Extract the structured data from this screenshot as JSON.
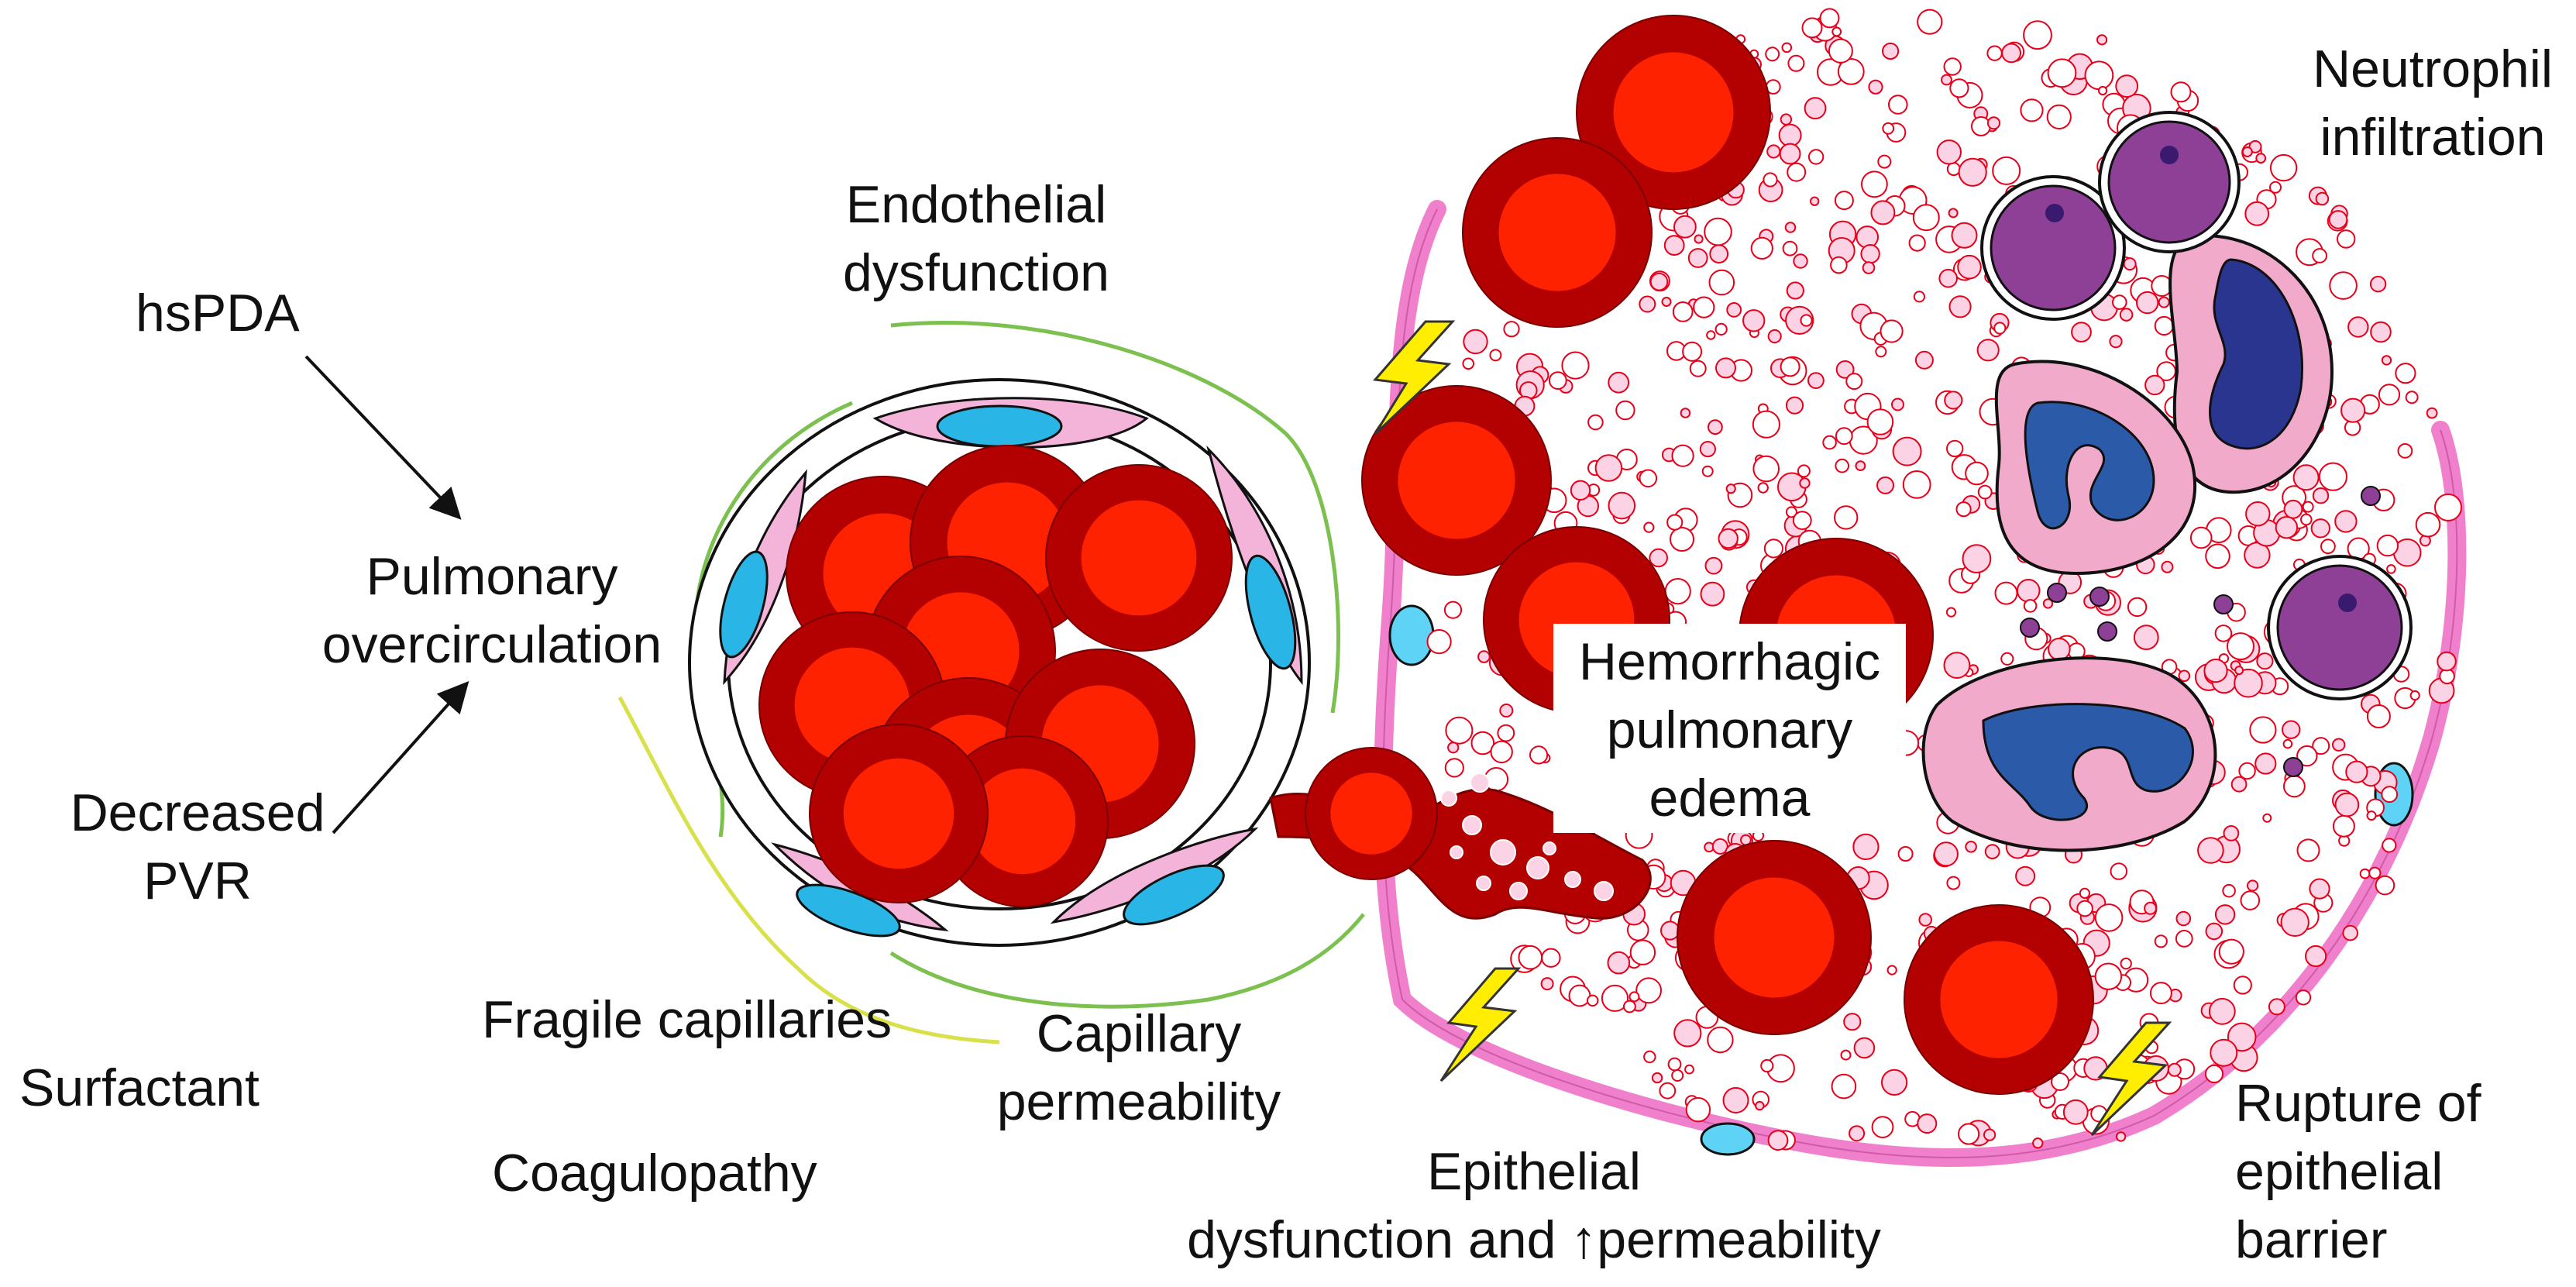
{
  "labels": {
    "hspda": "hsPDA",
    "pulmonary_overcirculation": [
      "Pulmonary",
      "overcirculation"
    ],
    "decreased_pvr": [
      "Decreased",
      "PVR"
    ],
    "endothelial_dysfunction": [
      "Endothelial",
      "dysfunction"
    ],
    "fragile_capillaries": "Fragile capillaries",
    "capillary_permeability": [
      "Capillary",
      "permeability"
    ],
    "surfactant": "Surfactant",
    "coagulopathy": "Coagulopathy",
    "hemorrhagic_pulmonary_edema": [
      "Hemorrhagic",
      "pulmonary",
      "edema"
    ],
    "neutrophil_infiltration": [
      "Neutrophil",
      "infiltration"
    ],
    "epithelial_dysfunction": [
      "Epithelial",
      "dysfunction and ↑permeability"
    ],
    "rupture_of_epithelial_barrier": [
      "Rupture of",
      "epithelial",
      "barrier"
    ]
  },
  "colors": {
    "rbc_outer": "#b30000",
    "rbc_inner": "#ff2200",
    "endothelium": "#f4b3d9",
    "nucleus": "#29b6e6",
    "neutrophil_body": "#f2aacb",
    "neutrophil_nucleus": "#2a5aa8",
    "lymph_body": "#8e3f96",
    "lymph_nucleus": "#3a1a6e",
    "epithelium": "#f080cc",
    "edema_bubble": "#e8001a",
    "lightning": "#ffee00",
    "fibrin_green": "#7cc04f",
    "fibrin_yellow": "#d8e04a"
  },
  "icons": [
    "lightning-bolt-icon",
    "arrow-icon",
    "red-blood-cell-icon",
    "neutrophil-icon"
  ]
}
